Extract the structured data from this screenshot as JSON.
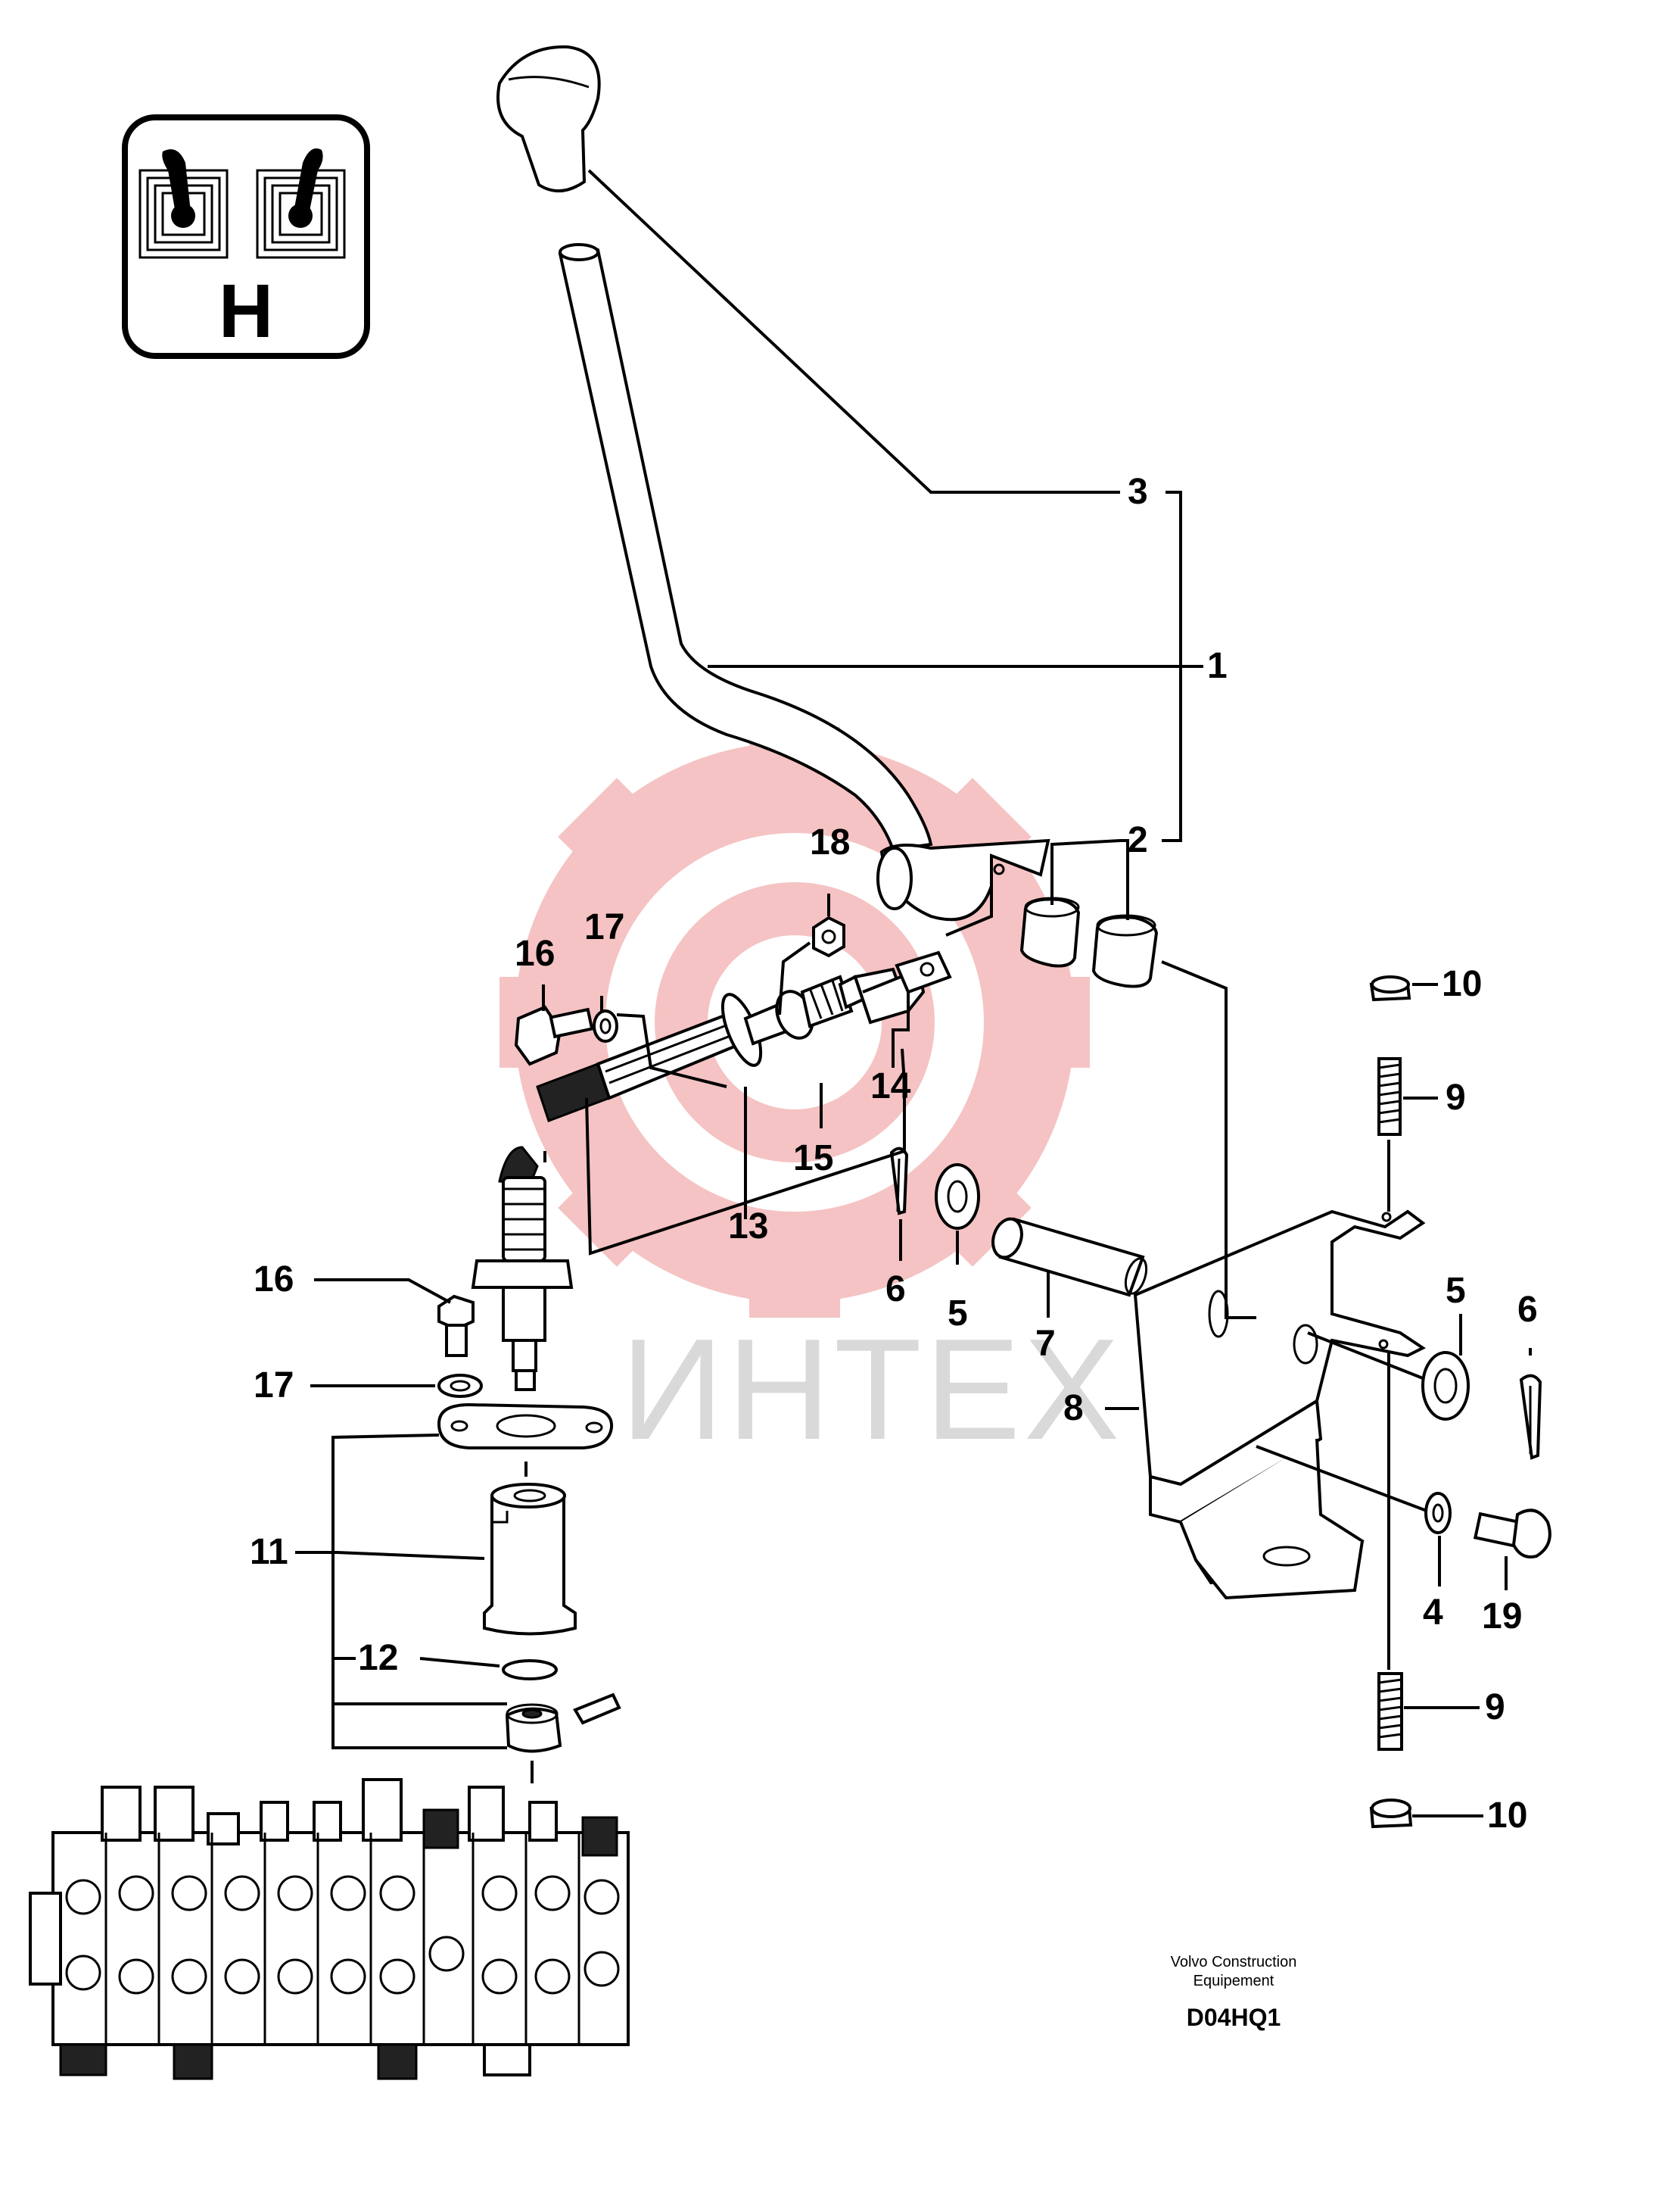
{
  "badge": {
    "letter": "H"
  },
  "watermark": {
    "text": "ИНТЕХ"
  },
  "credit": {
    "line1": "Volvo Construction",
    "line2": "Equipement",
    "code": "D04HQ1"
  },
  "colors": {
    "watermark_gear": "#f4b9b9",
    "watermark_text": "#d9d9d9",
    "ink": "#000000"
  },
  "callouts": [
    {
      "id": "c3",
      "text": "3"
    },
    {
      "id": "c1",
      "text": "1"
    },
    {
      "id": "c2",
      "text": "2"
    },
    {
      "id": "c18",
      "text": "18"
    },
    {
      "id": "c17a",
      "text": "17"
    },
    {
      "id": "c16a",
      "text": "16"
    },
    {
      "id": "c15",
      "text": "15"
    },
    {
      "id": "c14",
      "text": "14"
    },
    {
      "id": "c13",
      "text": "13"
    },
    {
      "id": "c6a",
      "text": "6"
    },
    {
      "id": "c5a",
      "text": "5"
    },
    {
      "id": "c7",
      "text": "7"
    },
    {
      "id": "c8",
      "text": "8"
    },
    {
      "id": "c10a",
      "text": "10"
    },
    {
      "id": "c9a",
      "text": "9"
    },
    {
      "id": "c5b",
      "text": "5"
    },
    {
      "id": "c6b",
      "text": "6"
    },
    {
      "id": "c4",
      "text": "4"
    },
    {
      "id": "c19",
      "text": "19"
    },
    {
      "id": "c9b",
      "text": "9"
    },
    {
      "id": "c10b",
      "text": "10"
    },
    {
      "id": "c16b",
      "text": "16"
    },
    {
      "id": "c17b",
      "text": "17"
    },
    {
      "id": "c11",
      "text": "11"
    },
    {
      "id": "c12",
      "text": "12"
    }
  ]
}
